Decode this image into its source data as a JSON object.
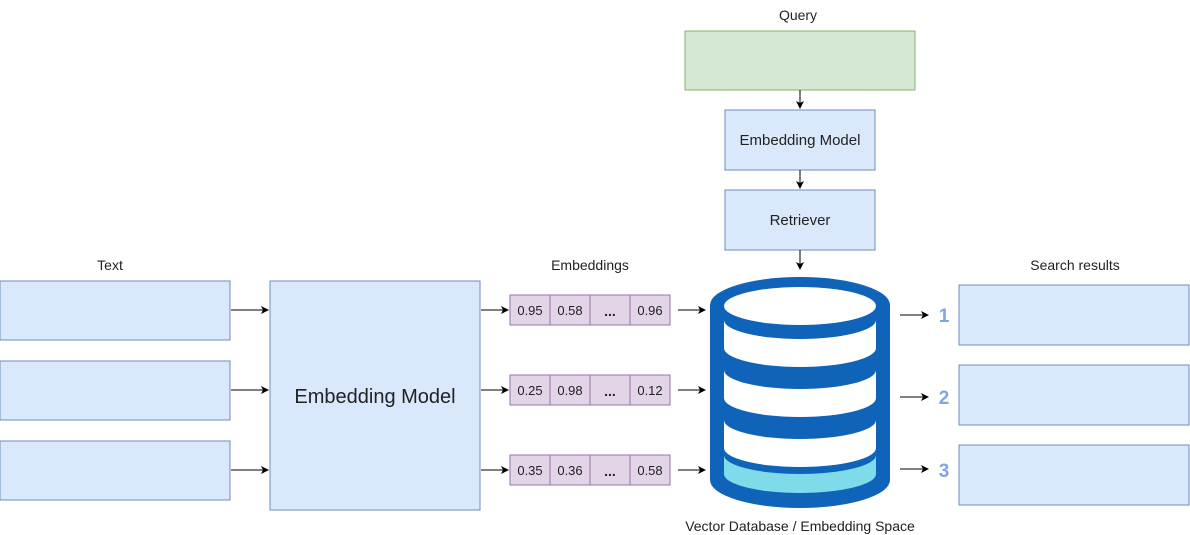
{
  "query": {
    "title": "Query",
    "embedding_model_label": "Embedding Model",
    "retriever_label": "Retriever"
  },
  "text_section": {
    "title": "Text",
    "documents": 3
  },
  "embedding_model_label": "Embedding Model",
  "embeddings": {
    "title": "Embeddings",
    "rows": [
      [
        "0.95",
        "0.58",
        "...",
        "0.96"
      ],
      [
        "0.25",
        "0.98",
        "...",
        "0.12"
      ],
      [
        "0.35",
        "0.36",
        "...",
        "0.58"
      ]
    ]
  },
  "database": {
    "label": "Vector Database / Embedding Space"
  },
  "search_results": {
    "title": "Search results",
    "ranks": [
      "1",
      "2",
      "3"
    ]
  },
  "colors": {
    "box_fill": "#dae8fc",
    "box_stroke": "#6c8ebf",
    "query_fill": "#d5e8d4",
    "query_stroke": "#82b366",
    "line_blue": "#3333e6",
    "embed_fill": "#e1d5e7",
    "embed_stroke": "#9673a6",
    "db_blue": "#0f63b8",
    "db_cyan": "#7fdbea",
    "rank_color": "#7ea6e0"
  }
}
